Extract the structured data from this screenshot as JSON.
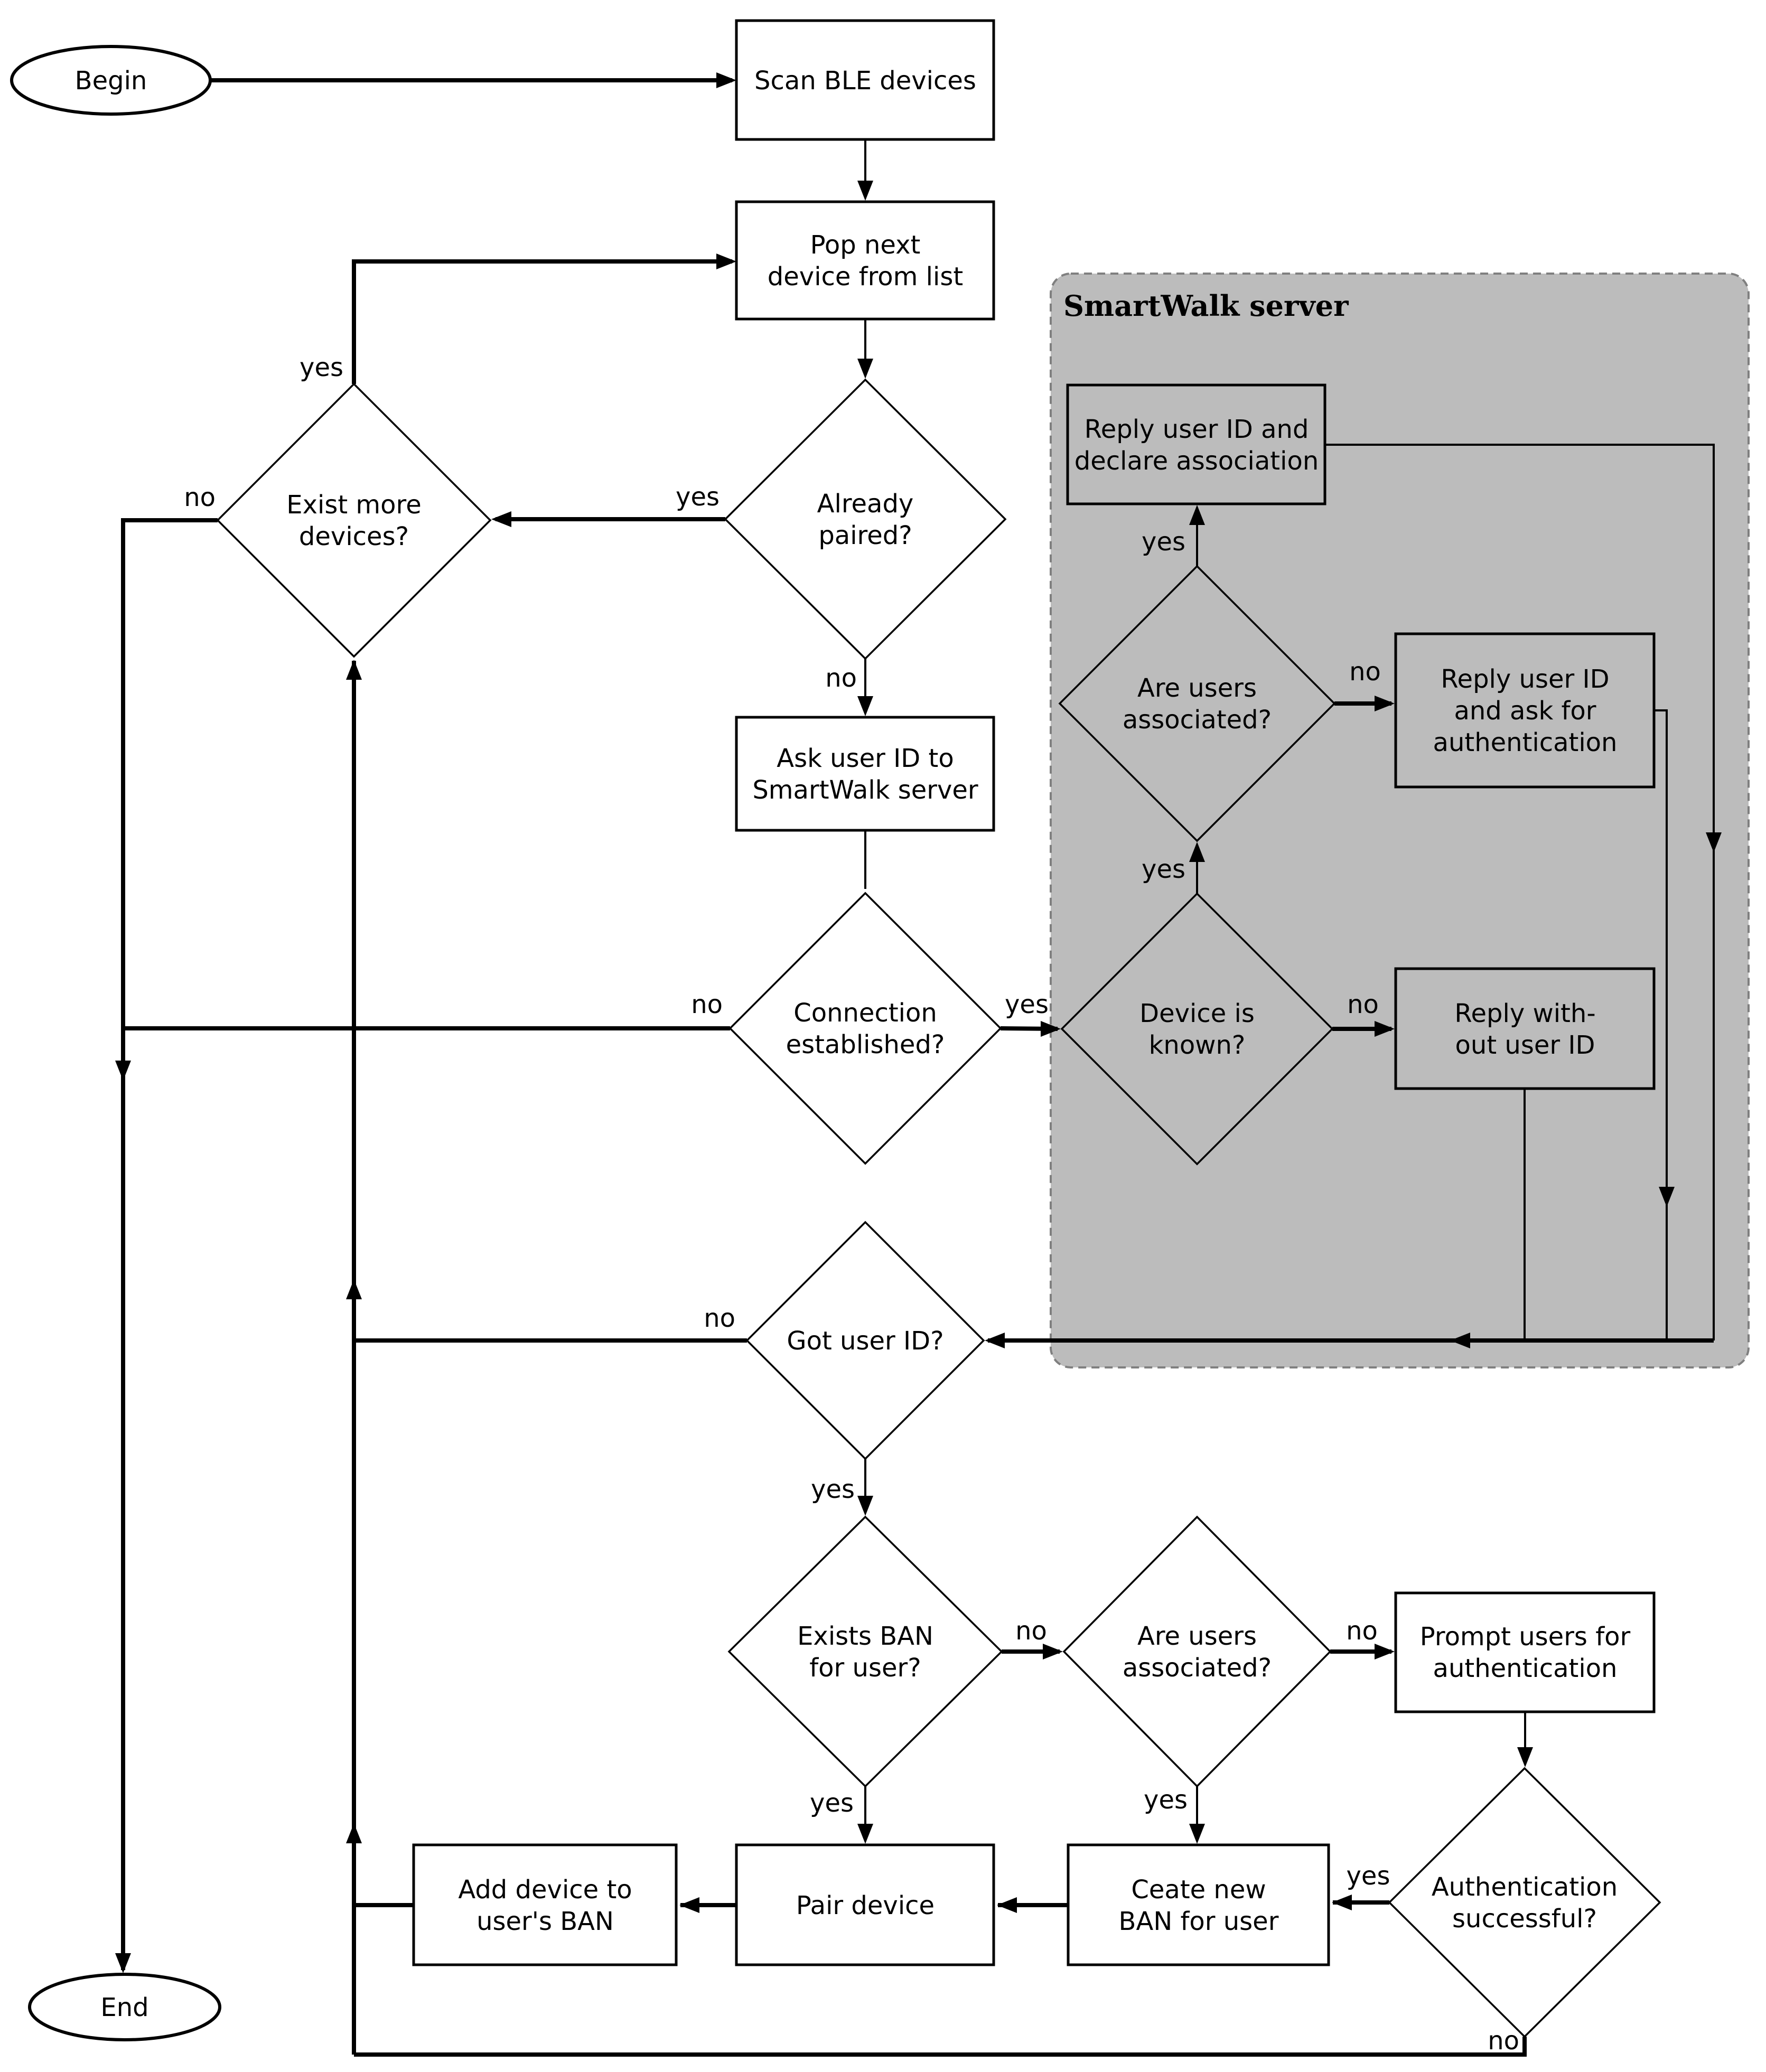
{
  "region": {
    "title": "SmartWalk server",
    "fill": "#bcbcbc",
    "border": "#7f7f7f"
  },
  "colors": {
    "background": "#ffffff",
    "node_fill": "#ffffff",
    "line": "#000000"
  },
  "edge_labels": {
    "yes": "yes",
    "no": "no"
  },
  "nodes": {
    "begin": {
      "lines": [
        "Begin"
      ]
    },
    "scan": {
      "lines": [
        "Scan BLE devices"
      ]
    },
    "pop": {
      "lines": [
        "Pop next",
        "device from list"
      ]
    },
    "exist_more": {
      "lines": [
        "Exist more",
        "devices?"
      ]
    },
    "already": {
      "lines": [
        "Already",
        "paired?"
      ]
    },
    "ask": {
      "lines": [
        "Ask user ID to",
        "SmartWalk server"
      ]
    },
    "connection": {
      "lines": [
        "Connection",
        "established?"
      ]
    },
    "reply_declare": {
      "lines": [
        "Reply user ID and",
        "declare association"
      ]
    },
    "are_users_top": {
      "lines": [
        "Are users",
        "associated?"
      ]
    },
    "reply_ask": {
      "lines": [
        "Reply user ID",
        "and ask for",
        "authentication"
      ]
    },
    "device_known": {
      "lines": [
        "Device is",
        "known?"
      ]
    },
    "reply_without": {
      "lines": [
        "Reply with-",
        "out user ID"
      ]
    },
    "got": {
      "lines": [
        "Got user ID?"
      ]
    },
    "exists_ban": {
      "lines": [
        "Exists BAN",
        "for user?"
      ]
    },
    "are_users_bottom": {
      "lines": [
        "Are users",
        "associated?"
      ]
    },
    "prompt": {
      "lines": [
        "Prompt users for",
        "authentication"
      ]
    },
    "auth": {
      "lines": [
        "Authentication",
        "successful?"
      ]
    },
    "create_ban": {
      "lines": [
        "Ceate new",
        "BAN for user"
      ]
    },
    "pair": {
      "lines": [
        "Pair device"
      ]
    },
    "add_device": {
      "lines": [
        "Add device to",
        "user's BAN"
      ]
    },
    "end": {
      "lines": [
        "End"
      ]
    }
  }
}
